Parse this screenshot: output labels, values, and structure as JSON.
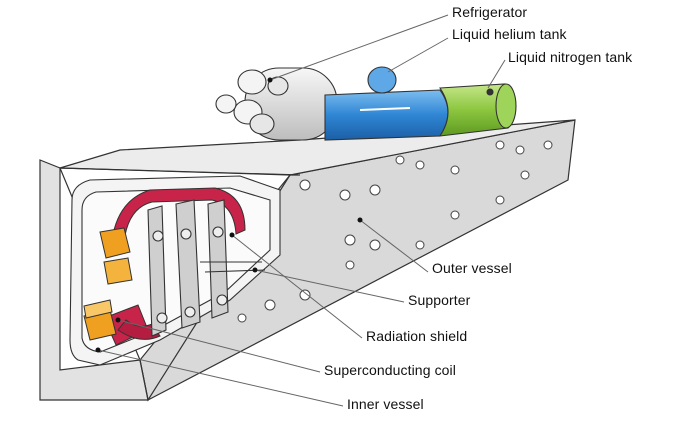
{
  "diagram": {
    "labels": {
      "refrigerator": "Refrigerator",
      "liquid_helium_tank": "Liquid helium tank",
      "liquid_nitrogen_tank": "Liquid nitrogen tank",
      "outer_vessel": "Outer vessel",
      "supporter": "Supporter",
      "radiation_shield": "Radiation shield",
      "superconducting_coil": "Superconducting coil",
      "inner_vessel": "Inner vessel"
    },
    "colors": {
      "vessel_fill": "#dcdcdc",
      "vessel_top": "#e6e6e6",
      "helium_tank": "#2f86d4",
      "nitrogen_tank": "#8cc63f",
      "refrigerator": "#e8e8e8",
      "radiation_shield": "#c8244a",
      "coil": "#f0a020",
      "outline": "#333333"
    }
  }
}
